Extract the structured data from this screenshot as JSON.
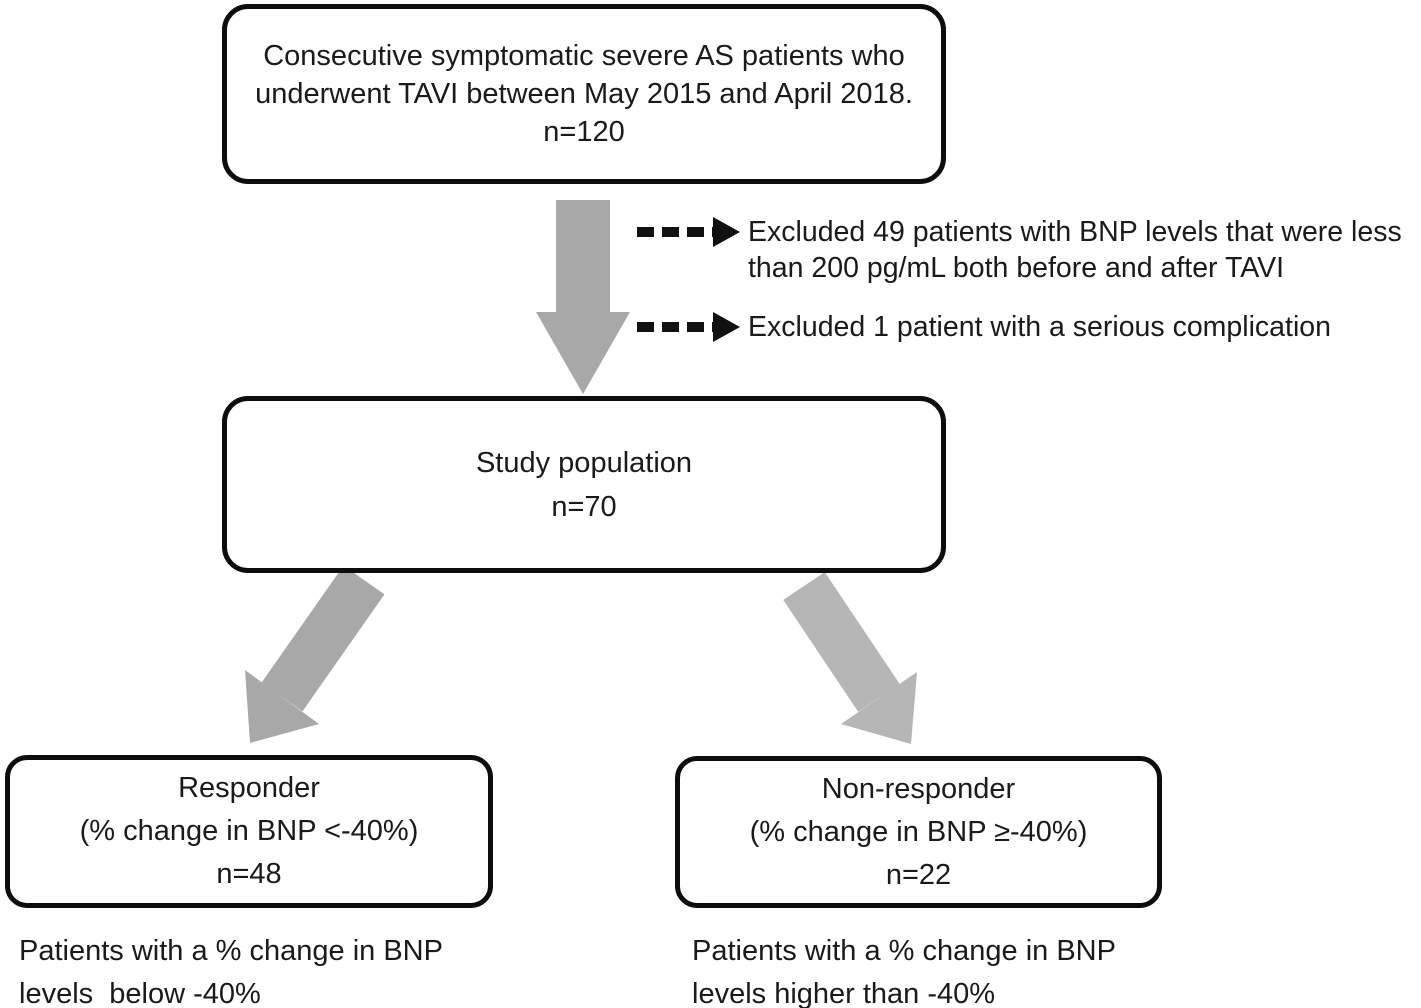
{
  "diagram": {
    "title_semantic": "TAVI BNP responder study flow diagram",
    "enrollment_box": {
      "lines": [
        "Consecutive symptomatic severe AS patients who",
        "underwent TAVI between May 2015 and April 2018.",
        "n=120"
      ]
    },
    "exclusions": [
      {
        "lines": [
          "Excluded 49 patients with BNP levels that were less",
          "than 200 pg/mL both before and after TAVI"
        ]
      },
      {
        "lines": [
          "Excluded 1 patient with a serious complication"
        ]
      }
    ],
    "study_box": {
      "lines": [
        "Study population",
        "n=70"
      ]
    },
    "responder_box": {
      "lines": [
        "Responder",
        "(% change in BNP <-40%)",
        "n=48"
      ]
    },
    "nonresponder_box": {
      "lines": [
        "Non-responder",
        "(% change in BNP ≥-40%)",
        "n=22"
      ]
    },
    "responder_caption": {
      "lines": [
        "Patients with a % change in BNP",
        "levels  below -40%"
      ]
    },
    "nonresponder_caption": {
      "lines": [
        "Patients with a % change in BNP",
        "levels higher than -40%"
      ]
    },
    "colors": {
      "arrow_gray": "#a8a8a8",
      "arrow_gray_light": "#b6b6b6",
      "dash_black": "#111111",
      "box_border": "#0d0d0d",
      "background": "#ffffff",
      "text": "#1a1a1a"
    }
  }
}
